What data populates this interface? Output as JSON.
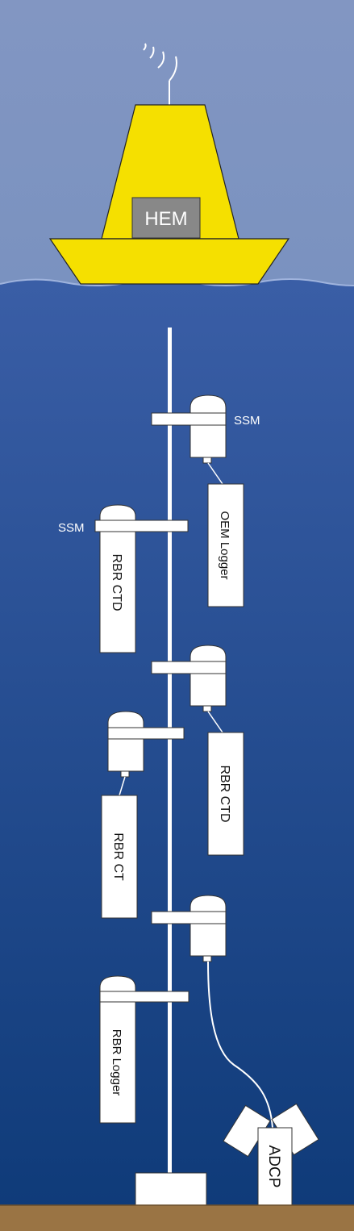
{
  "buoy": {
    "label": "HEM"
  },
  "labels": {
    "ssm_right": "SSM",
    "ssm_left": "SSM",
    "oem_logger": "OEM Logger",
    "rbr_ctd_upper": "RBR CTD",
    "rbr_ctd_lower": "RBR CTD",
    "rbr_ct": "RBR CT",
    "rbr_logger": "RBR Logger",
    "adcp": "ADCP"
  },
  "colors": {
    "sky": "#7d93bf",
    "ocean_top": "#3a5ea6",
    "ocean_bottom": "#0e3a78",
    "buoy_yellow": "#f5e000",
    "seabed": "#9a7444",
    "instrument": "#ffffff"
  }
}
